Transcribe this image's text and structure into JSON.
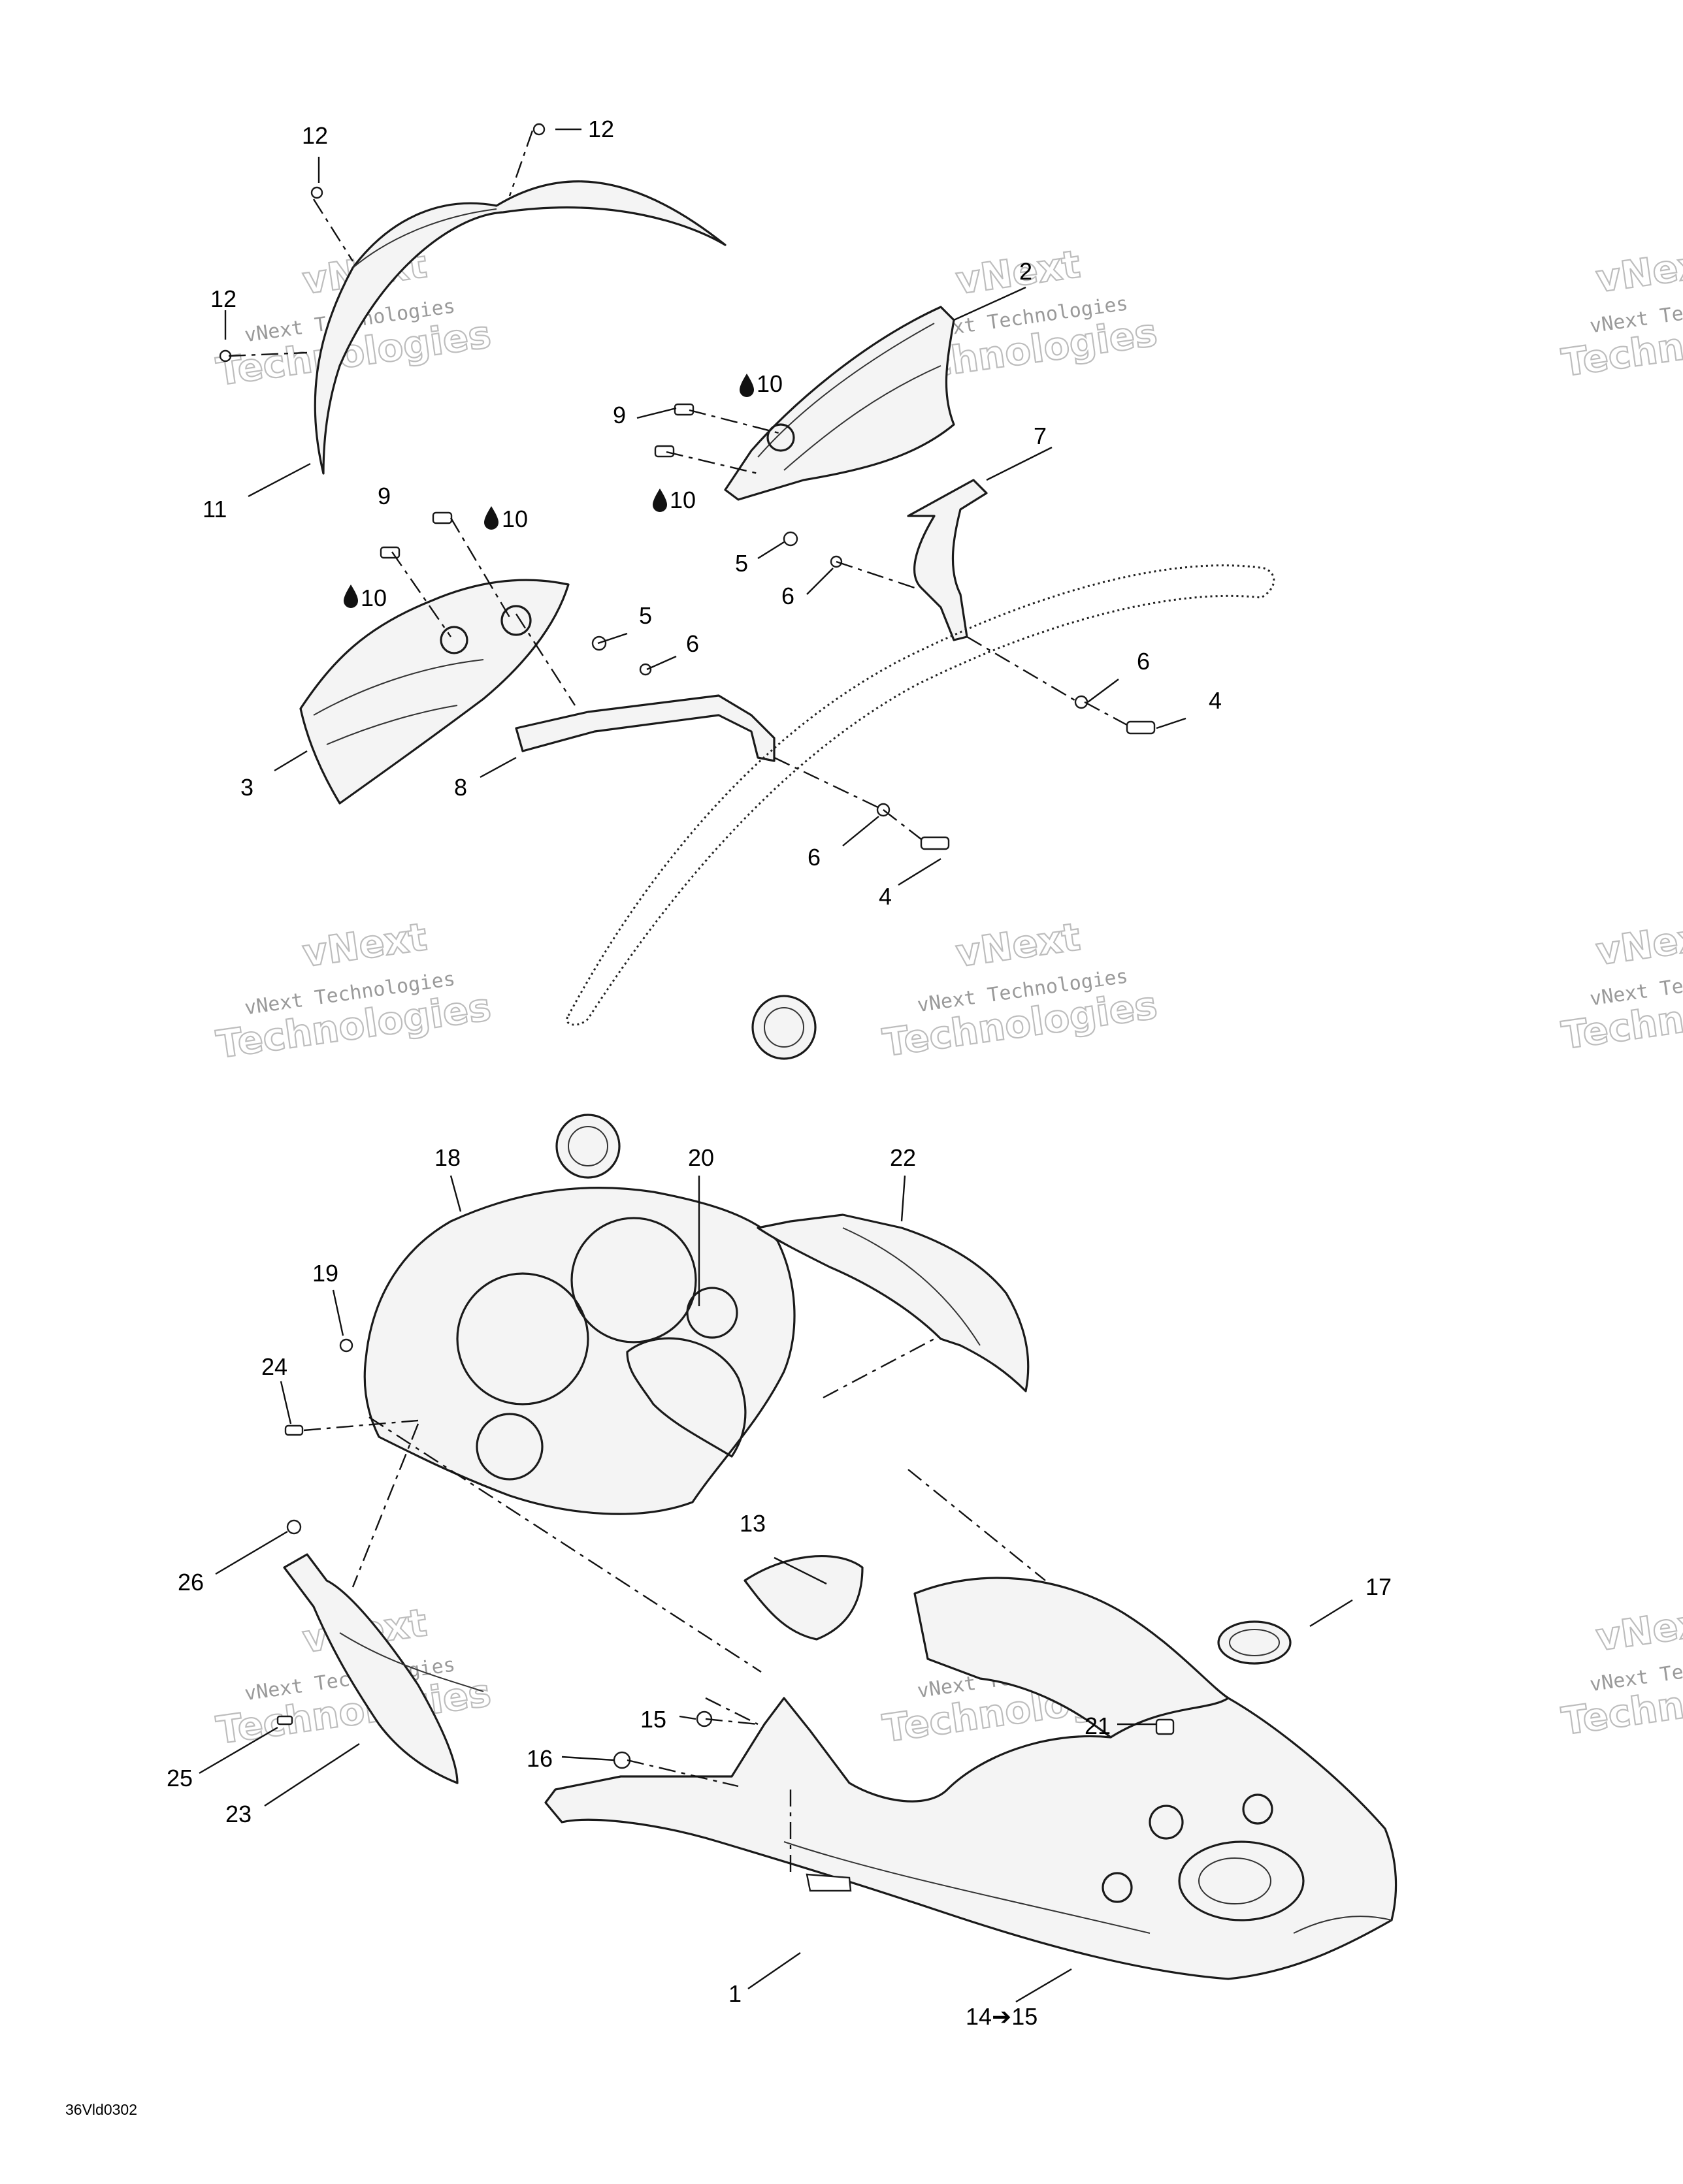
{
  "diagram": {
    "callouts": {
      "c1": "1",
      "c2": "2",
      "c3": "3",
      "c4a": "4",
      "c4b": "4",
      "c5a": "5",
      "c5b": "5",
      "c6a": "6",
      "c6b": "6",
      "c6c": "6",
      "c6d": "6",
      "c7": "7",
      "c8": "8",
      "c9a": "9",
      "c9b": "9",
      "c10a": "10",
      "c10b": "10",
      "c10c": "10",
      "c10d": "10",
      "c11": "11",
      "c12a": "12",
      "c12b": "12",
      "c12c": "12",
      "c13": "13",
      "c14": "14➔15",
      "c15": "15",
      "c16": "16",
      "c17": "17",
      "c18": "18",
      "c19": "19",
      "c20": "20",
      "c21": "21",
      "c22": "22",
      "c23": "23",
      "c24": "24",
      "c25": "25",
      "c26": "26"
    },
    "figure_code": "36Vld0302"
  },
  "watermark": {
    "line1": "vNext Technologies",
    "line2": "vNext",
    "line3": "Technologies"
  }
}
